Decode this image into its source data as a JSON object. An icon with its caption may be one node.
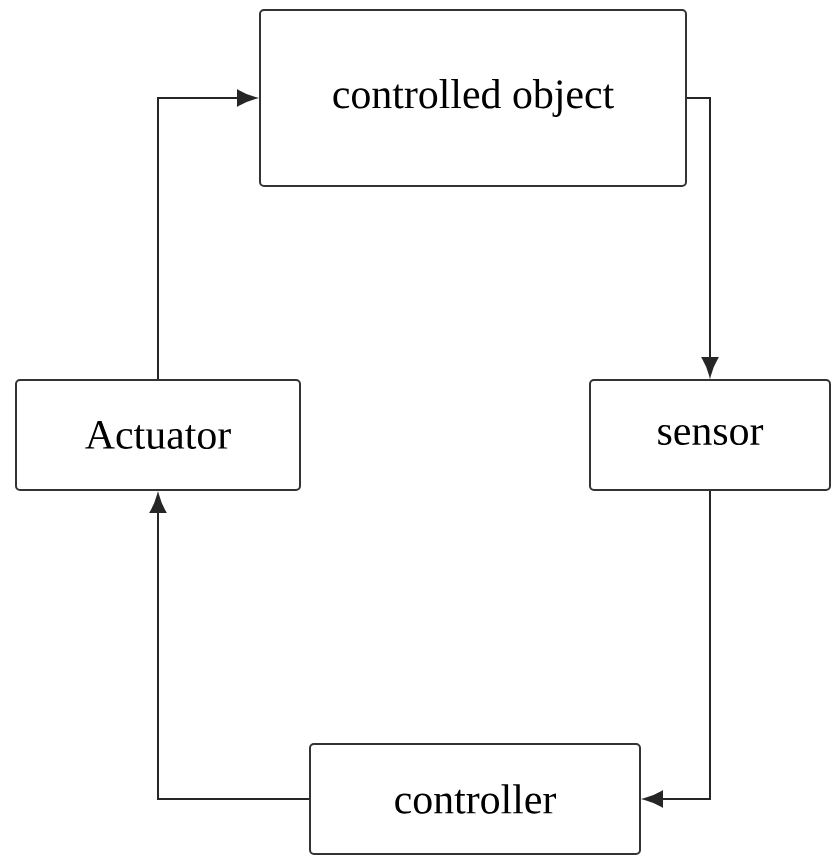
{
  "diagram": {
    "nodes": [
      {
        "text": [
          "controlled object"
        ]
      },
      {
        "text": [
          "Actuator"
        ]
      },
      {
        "text": [
          "sensor"
        ]
      },
      {
        "text": [
          "controller"
        ]
      }
    ],
    "edges": [
      {
        "from": 1,
        "to": 0,
        "arrow": "to"
      },
      {
        "from": 0,
        "to": 2,
        "arrow": "to"
      },
      {
        "from": 2,
        "to": 3,
        "arrow": "to"
      },
      {
        "from": 3,
        "to": 1,
        "arrow": "to"
      }
    ]
  }
}
